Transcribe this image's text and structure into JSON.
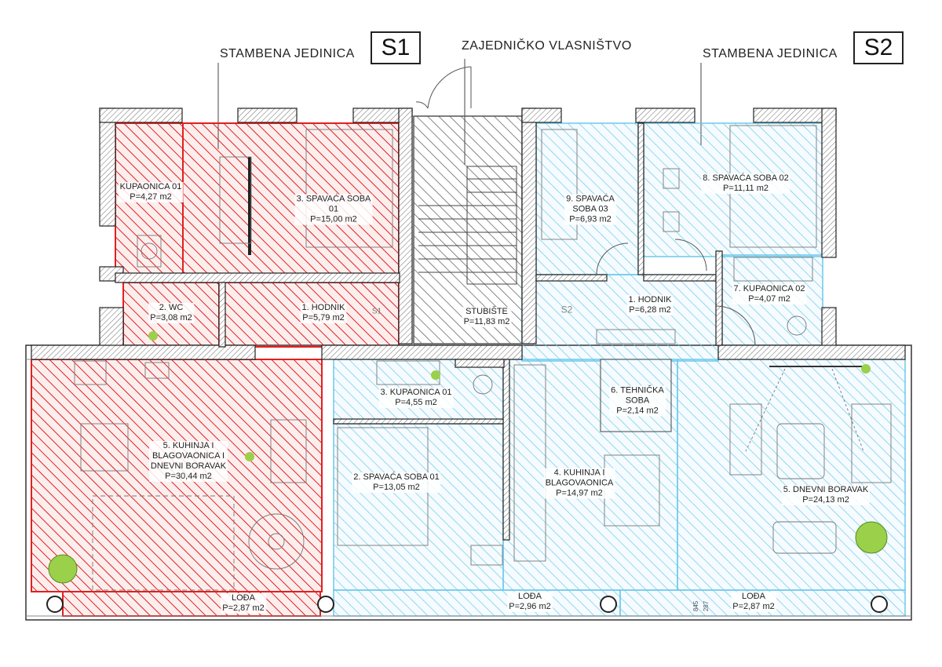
{
  "headers": {
    "unit_left": "STAMBENA  JEDINICA",
    "unit_left_id": "S1",
    "common": "ZAJEDNIČKO VLASNIŠTVO",
    "unit_right": "STAMBENA  JEDINICA",
    "unit_right_id": "S2"
  },
  "rooms": {
    "s1_kupaonica": {
      "name": "KUPAONICA 01",
      "area": "P=4,27 m2"
    },
    "s1_spavaca": {
      "name": "3. SPAVAĆA SOBA",
      "name2": "01",
      "area": "P=15,00 m2"
    },
    "s1_wc": {
      "name": "2. WC",
      "area": "P=3,08 m2"
    },
    "s1_hodnik": {
      "name": "1. HODNIK",
      "area": "P=5,79 m2"
    },
    "s1_kuhinja": {
      "name": "5. KUHINJA I",
      "name2": "BLAGOVAONICA I",
      "name3": "DNEVNI BORAVAK",
      "area": "P=30,44 m2"
    },
    "s1_loda": {
      "name": "LOĐA",
      "area": "P=2,87 m2"
    },
    "stubiste": {
      "name": "STUBIŠTE",
      "area": "P=11,83 m2"
    },
    "s2_spavaca03": {
      "name": "9. SPAVAĆA",
      "name2": "SOBA 03",
      "area": "P=6,93 m2"
    },
    "s2_spavaca02": {
      "name": "8. SPAVAĆA SOBA 02",
      "area": "P=11,11 m2"
    },
    "s2_hodnik": {
      "name": "1. HODNIK",
      "area": "P=6,28 m2"
    },
    "s2_kupaonica02": {
      "name": "7. KUPAONICA 02",
      "area": "P=4,07 m2"
    },
    "s2_kupaonica01": {
      "name": "3. KUPAONICA 01",
      "area": "P=4,55 m2"
    },
    "s2_tehnicka": {
      "name": "6. TEHNIČKA",
      "name2": "SOBA",
      "area": "P=2,14 m2"
    },
    "s2_spavaca01": {
      "name": "2. SPAVAĆA SOBA 01",
      "area": "P=13,05 m2"
    },
    "s2_kuhinja": {
      "name": "4. KUHINJA I",
      "name2": "BLAGOVAONICA",
      "area": "P=14,97 m2"
    },
    "s2_dnevni": {
      "name": "5. DNEVNI BORAVAK",
      "area": "P=24,13 m2"
    },
    "s2_loda1": {
      "name": "LOĐA",
      "area": "P=2,96 m2"
    },
    "s2_loda2": {
      "name": "LOĐA",
      "area": "P=2,87 m2"
    }
  },
  "tags": {
    "s1": "S1",
    "s2": "S2"
  },
  "dims": {
    "d1": "845",
    "d2": "287"
  },
  "colors": {
    "red": "#e02020",
    "cyan": "#4fc3e8",
    "gray": "#555555",
    "wall": "#333333"
  }
}
